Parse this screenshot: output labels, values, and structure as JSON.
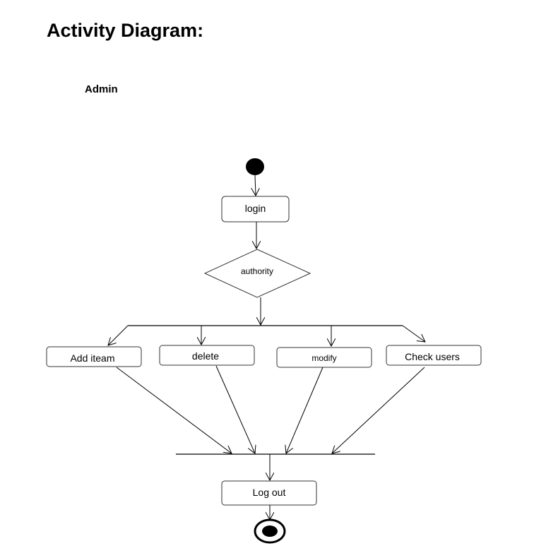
{
  "title": "Activity Diagram:",
  "subtitle": "Admin",
  "nodes": {
    "login": "login",
    "authority": "authority",
    "add_item": "Add iteam",
    "delete": "delete",
    "modify": "modify",
    "check_users": "Check users",
    "logout": "Log out"
  }
}
